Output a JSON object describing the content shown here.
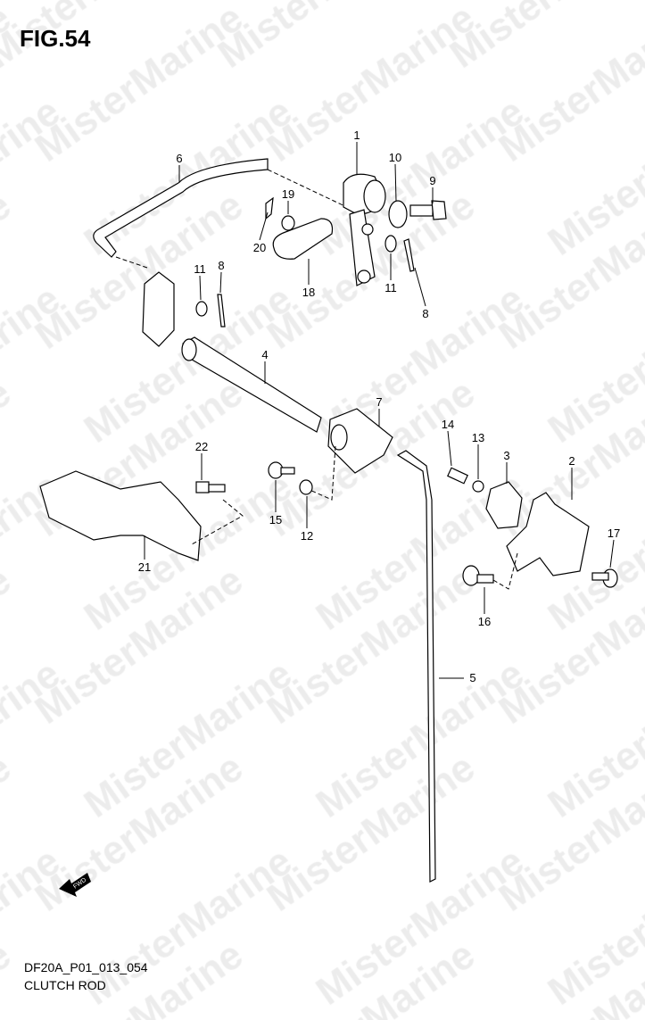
{
  "figure_title": "FIG.54",
  "watermark": "MisterMarine",
  "diagram_code": "DF20A_P01_013_054",
  "diagram_name": "CLUTCH ROD",
  "fwd_label": "FWD",
  "callouts": [
    "1",
    "10",
    "9",
    "6",
    "19",
    "20",
    "18",
    "11",
    "8",
    "11",
    "8",
    "4",
    "7",
    "14",
    "13",
    "3",
    "2",
    "22",
    "15",
    "12",
    "17",
    "21",
    "16",
    "5"
  ]
}
